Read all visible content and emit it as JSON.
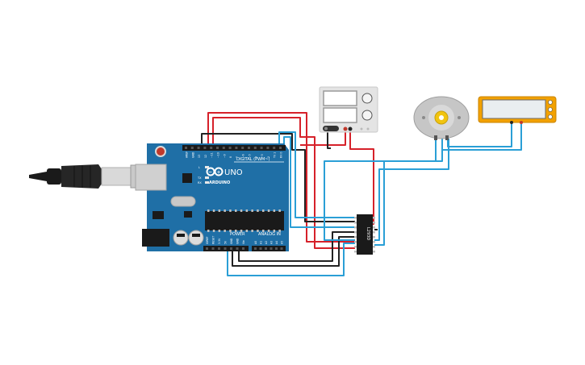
{
  "components": {
    "arduino": {
      "brand": "ARDUINO",
      "model": "UNO",
      "digital_header_label": "DIGITAL (PWM~)",
      "power_header_label": "POWER",
      "analog_header_label": "ANALOG IN",
      "led_labels": [
        "L",
        "TX",
        "RX"
      ],
      "digital_pin_labels": [
        "AREF",
        "GND",
        "13",
        "12",
        "~11",
        "~10",
        "~9",
        "8",
        "7",
        "~6",
        "~5",
        "4",
        "~3",
        "2",
        "TX 1",
        "RX 0"
      ],
      "power_pin_labels": [
        "IOREF",
        "RESET",
        "3.3V",
        "5V",
        "GND",
        "GND",
        "Vin"
      ],
      "analog_pin_labels": [
        "A0",
        "A1",
        "A2",
        "A3",
        "A4",
        "A5"
      ],
      "board_color": "#1f6fa6"
    },
    "driver_ic": {
      "label": "L293D"
    },
    "power_supply": {},
    "dc_motor": {},
    "multimeter": {}
  },
  "colors": {
    "wire_red": "#d6212a",
    "wire_black": "#222222",
    "wire_blue": "#2a9fd6",
    "multimeter_body": "#f2a100"
  }
}
